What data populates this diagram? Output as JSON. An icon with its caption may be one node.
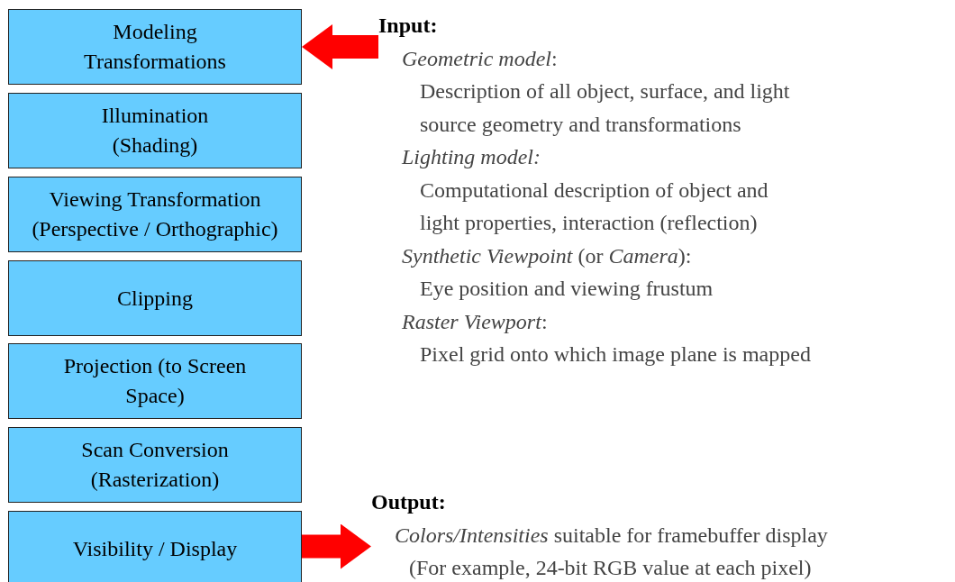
{
  "diagram": {
    "nodes": [
      {
        "text": [
          "Modeling Transformations"
        ]
      },
      {
        "text": [
          "Illumination (Shading)"
        ]
      },
      {
        "text": [
          "Viewing Transformation (Perspective / Orthographic)"
        ]
      },
      {
        "text": [
          "Clipping"
        ]
      },
      {
        "text": [
          "Projection (to Screen Space)"
        ]
      },
      {
        "text": [
          "Scan Conversion (Rasterization)"
        ]
      },
      {
        "text": [
          "Visibility / Display"
        ]
      },
      {
        "text": [
          "Input:",
          "*Geometric model*:",
          "Description of all object, surface, and light source geometry and transformations",
          "*Lighting model:*",
          "Computational description of object and light properties, interaction (reflection)",
          "*Synthetic Viewpoint* (or *Camera*):",
          "Eye position and viewing frustum",
          "*Raster Viewport*:",
          "Pixel grid onto which image plane is mapped"
        ]
      },
      {
        "text": [
          "Output:",
          "*Colors/Intensities* suitable for framebuffer display",
          "(For example, 24-bit RGB value at each pixel)"
        ]
      }
    ],
    "edges": [
      {
        "from": 7,
        "to": 0,
        "arrow": "to"
      },
      {
        "from": 6,
        "to": 8,
        "arrow": "to"
      }
    ]
  }
}
